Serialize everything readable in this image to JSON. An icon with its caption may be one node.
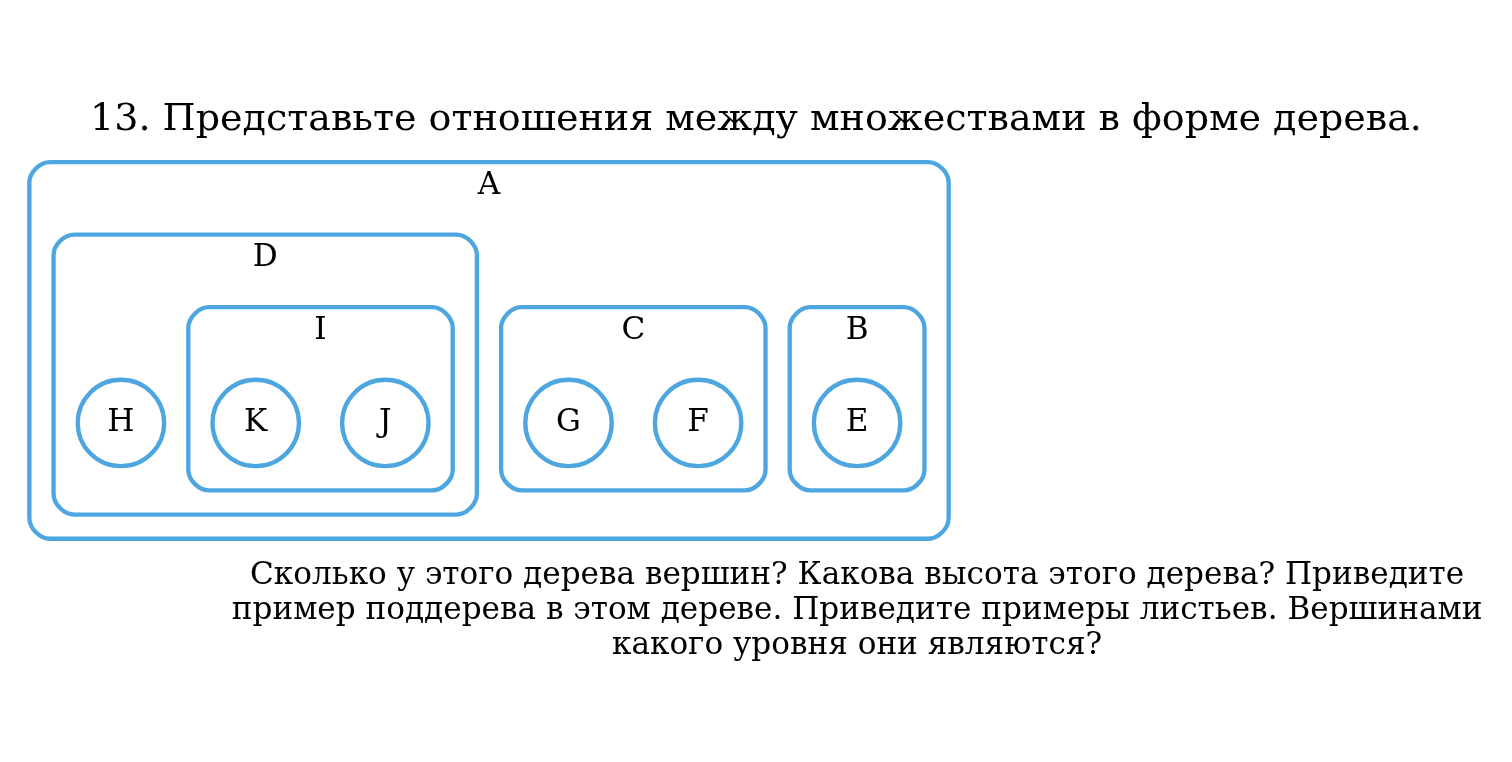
{
  "diagram": {
    "title": "13. Представьте отношения между множествами в форме дерева.",
    "caption": "Сколько у этого дерева вершин? Какова высота этого дерева? Приведите пример поддерева в этом дереве. Приведите примеры листьев. Вершинами какого уровня они являются?",
    "nodes": [
      {
        "text": [
          "A"
        ]
      },
      {
        "text": [
          "B"
        ],
        "in": 0
      },
      {
        "text": [
          "E"
        ],
        "in": 1
      },
      {
        "text": [
          "C"
        ],
        "in": 0
      },
      {
        "text": [
          "F"
        ],
        "in": 3
      },
      {
        "text": [
          "G"
        ],
        "in": 3
      },
      {
        "text": [
          "D"
        ],
        "in": 0
      },
      {
        "text": [
          "I"
        ],
        "in": 6
      },
      {
        "text": [
          "J"
        ],
        "in": 7
      },
      {
        "text": [
          "K"
        ],
        "in": 7
      },
      {
        "text": [
          "H"
        ],
        "in": 6
      }
    ],
    "edges": []
  }
}
